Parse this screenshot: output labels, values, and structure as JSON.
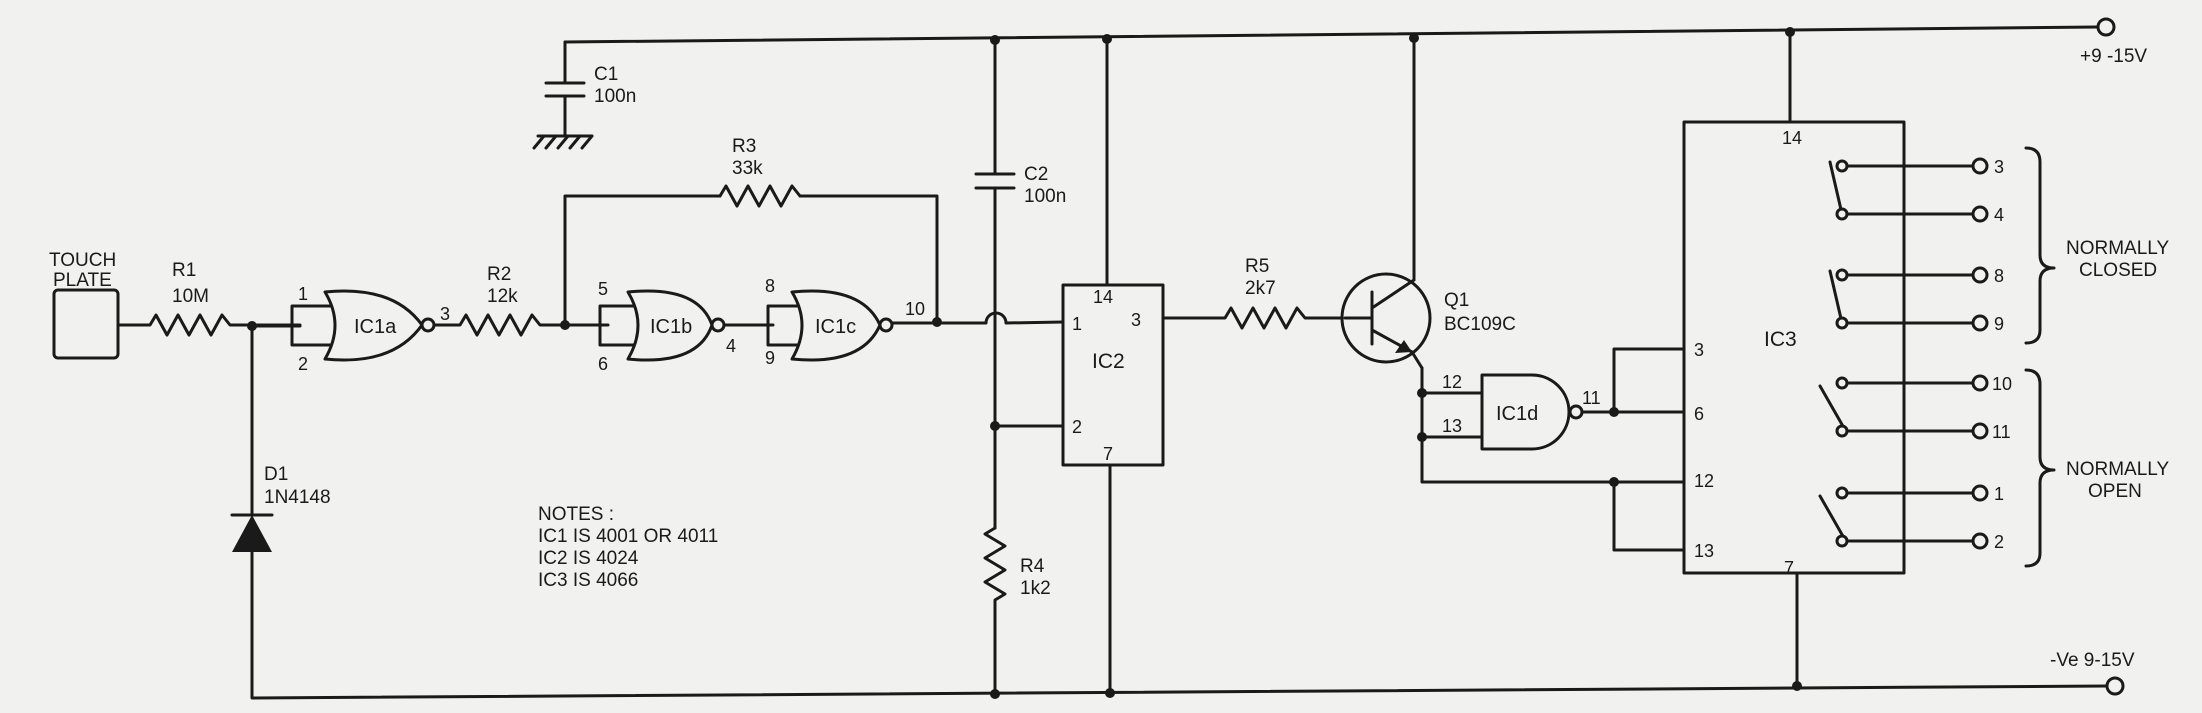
{
  "rails": {
    "positive": "+9 -15V",
    "negative": "-Ve 9-15V"
  },
  "touch_plate": {
    "line1": "TOUCH",
    "line2": "PLATE"
  },
  "components": {
    "R1": {
      "ref": "R1",
      "value": "10M"
    },
    "R2": {
      "ref": "R2",
      "value": "12k"
    },
    "R3": {
      "ref": "R3",
      "value": "33k"
    },
    "R4": {
      "ref": "R4",
      "value": "1k2"
    },
    "R5": {
      "ref": "R5",
      "value": "2k7"
    },
    "C1": {
      "ref": "C1",
      "value": "100n"
    },
    "C2": {
      "ref": "C2",
      "value": "100n"
    },
    "D1": {
      "ref": "D1",
      "value": "1N4148"
    },
    "Q1": {
      "ref": "Q1",
      "value": "BC109C"
    }
  },
  "gates": {
    "a": "IC1a",
    "b": "IC1b",
    "c": "IC1c",
    "d": "IC1d"
  },
  "ics": {
    "ic2": "IC2",
    "ic3": "IC3"
  },
  "pins": {
    "ic1a_in1": "1",
    "ic1a_in2": "2",
    "ic1a_out": "3",
    "ic1b_in1": "5",
    "ic1b_in2": "6",
    "ic1b_out": "4",
    "ic1c_in1": "8",
    "ic1c_in2": "9",
    "ic1c_out": "10",
    "ic1d_in1": "12",
    "ic1d_in2": "13",
    "ic1d_out": "11",
    "ic2_vdd": "14",
    "ic2_in": "1",
    "ic2_out": "3",
    "ic2_rst": "2",
    "ic2_gnd": "7",
    "ic3_vdd": "14",
    "ic3_c1": "3",
    "ic3_c2": "6",
    "ic3_c3": "12",
    "ic3_c4": "13",
    "ic3_gnd": "7",
    "sw1a": "3",
    "sw1b": "4",
    "sw2a": "8",
    "sw2b": "9",
    "sw3a": "10",
    "sw3b": "11",
    "sw4a": "1",
    "sw4b": "2"
  },
  "groups": {
    "normally_closed_1": "NORMALLY",
    "normally_closed_2": "CLOSED",
    "normally_open_1": "NORMALLY",
    "normally_open_2": "OPEN"
  },
  "notes": {
    "title": "NOTES :",
    "line1": "IC1 IS 4001 OR 4011",
    "line2": "IC2 IS 4024",
    "line3": "IC3 IS 4066"
  }
}
